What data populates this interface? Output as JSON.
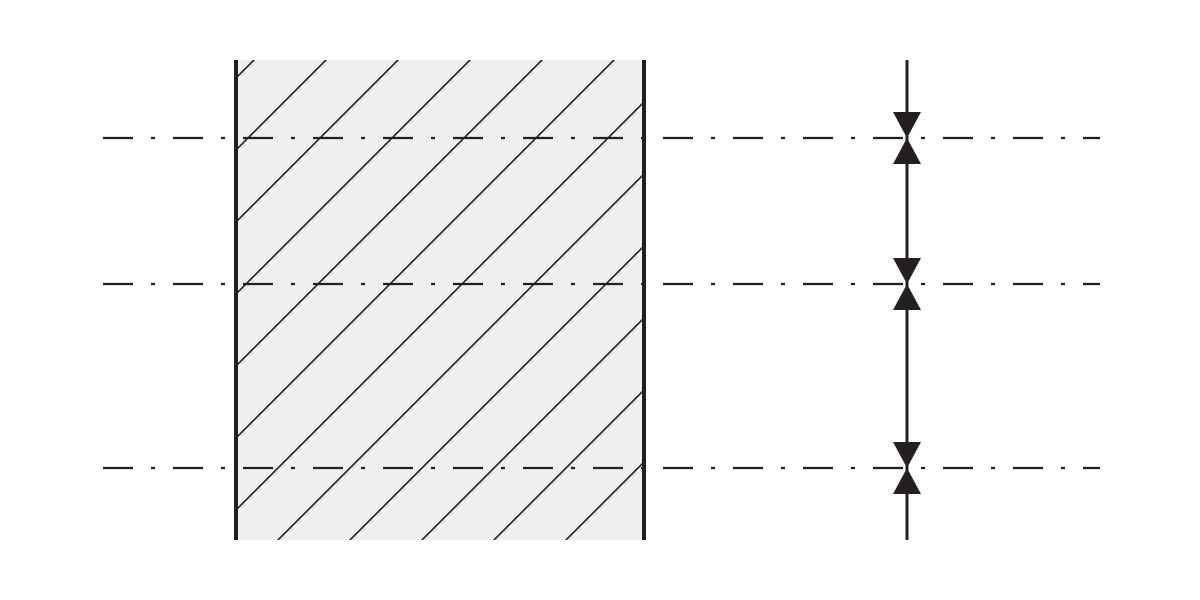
{
  "diagram": {
    "type": "technical-section-drawing",
    "colors": {
      "background": "#ffffff",
      "section_fill": "#f0f0f1",
      "stroke": "#231f20",
      "hatch": "#231f20",
      "center_line": "#231f20",
      "arrow": "#231f20"
    },
    "center_lines": [
      {
        "name": "center-line-top"
      },
      {
        "name": "center-line-middle"
      },
      {
        "name": "center-line-bottom"
      }
    ],
    "dimension_arrows": [
      {
        "name": "arrow-down-top"
      },
      {
        "name": "arrow-up-top"
      },
      {
        "name": "arrow-down-middle"
      },
      {
        "name": "arrow-up-middle"
      },
      {
        "name": "arrow-down-bottom"
      },
      {
        "name": "arrow-up-bottom"
      }
    ]
  }
}
